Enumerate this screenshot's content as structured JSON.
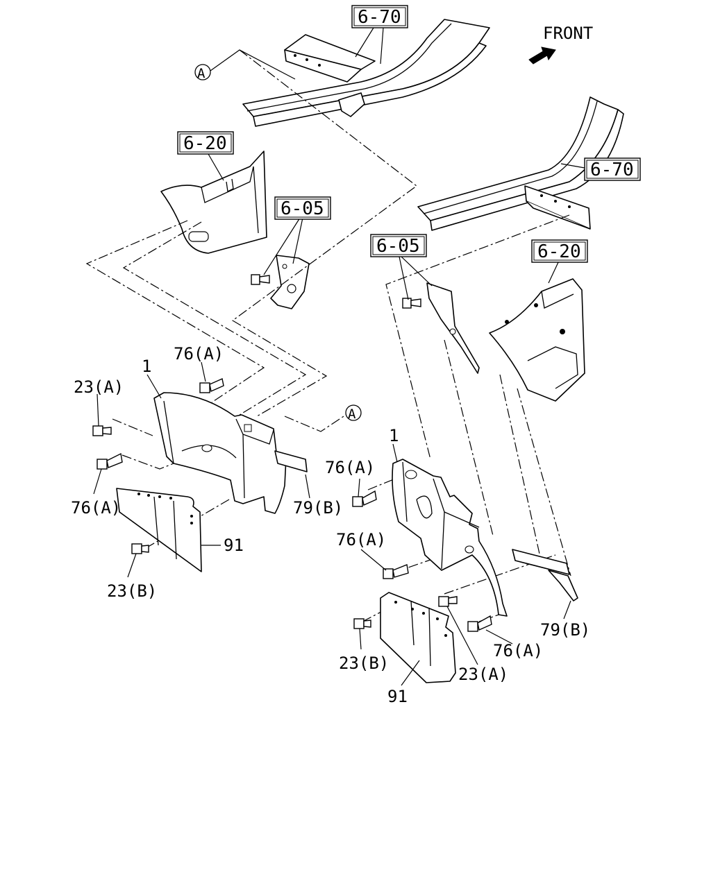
{
  "front_label": "FRONT",
  "colors": {
    "line": "#000000",
    "background": "#ffffff"
  },
  "icons": {
    "front_arrow": "front-arrow-icon",
    "reference_marker": "circled-letter-icon"
  },
  "markers": {
    "a_top": "A",
    "a_mid": "A"
  },
  "ref_boxes": {
    "frame_top": "6-70",
    "frame_right": "6-70",
    "panel_left": "6-20",
    "panel_right": "6-20",
    "bracket_left": "6-05",
    "bracket_right": "6-05"
  },
  "callouts": {
    "left_part_1": "1",
    "left_76a_top": "76(A)",
    "left_23a": "23(A)",
    "left_76a_bottom": "76(A)",
    "left_79b": "79(B)",
    "left_91": "91",
    "left_23b": "23(B)",
    "right_part_1": "1",
    "right_76a_top": "76(A)",
    "right_76a_mid": "76(A)",
    "right_76a_bottom": "76(A)",
    "right_79b": "79(B)",
    "right_23a": "23(A)",
    "right_23b": "23(B)",
    "right_91": "91"
  }
}
